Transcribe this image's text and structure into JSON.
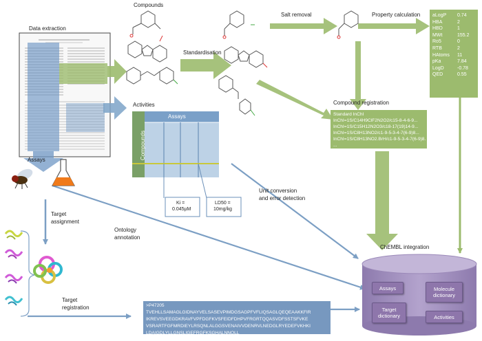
{
  "labels": {
    "data_extraction": "Data extraction",
    "compounds": "Compounds",
    "standardisation": "Standardisation",
    "salt_removal": "Salt removal",
    "property_calculation": "Property calculation",
    "activities": "Activities",
    "compound_registration": "Compound registration",
    "assays": "Assays",
    "unit_conversion_1": "Unit conversion",
    "unit_conversion_2": "and error detection",
    "target_assignment_1": "Target",
    "target_assignment_2": "assignment",
    "ontology_1": "Ontology",
    "ontology_2": "annotation",
    "target_registration_1": "Target",
    "target_registration_2": "registration",
    "chembl_integration": "ChEMBL integration"
  },
  "activity_table": {
    "header": "Assays",
    "side": "Compounds",
    "callout_ki_1": "Ki =",
    "callout_ki_2": "0.045µM",
    "callout_ld_1": "LD50 =",
    "callout_ld_2": "10mg/kg"
  },
  "properties": [
    {
      "name": "aLogP",
      "value": "0.74"
    },
    {
      "name": "HBA",
      "value": "2"
    },
    {
      "name": "HBD",
      "value": "1"
    },
    {
      "name": "MWt",
      "value": "155.2"
    },
    {
      "name": "Ro5",
      "value": "0"
    },
    {
      "name": "RTB",
      "value": "2"
    },
    {
      "name": "HAtoms",
      "value": "11"
    },
    {
      "name": "pKa",
      "value": "7.84"
    },
    {
      "name": "LogD",
      "value": "-0.78"
    },
    {
      "name": "QED",
      "value": "0.55"
    }
  ],
  "inchi": {
    "title": "Standard InChI",
    "lines": [
      "InChI=1S/C14H9ClF2N2O2/c15-8-4-6-9...",
      "InChI=1S/C15H12N2O3/c18-17(19)14-9...",
      "InChI=1S/C8H13NO2/c1-9-5-3-4-7(6-9)8...",
      "InChI=1S/C8H13NO2.BrH/c1-9-5-3-4-7(6-9)8...",
      "..."
    ]
  },
  "sequence": {
    "lines": [
      ">P47205",
      "TVEHLLSAMAGLGIDNAYVELSASEVPIMDGSAGPFVFLIQSAGLQEQEAAKKFIR",
      "IKREVSVEEGDKRAVFVPFDGFKVSFEIDFDHPVFRGRTQQASVDFSSTSFVKE",
      "VSRARTFGFMRDIEYLRSQNLALGGSVENAIVVDENRVLNEDGLRYEDEFVKHKI",
      "LDAIGDLYLLGNSLIGEFRGFKSGHALNNQLL"
    ]
  },
  "chembl_boxes": {
    "assays": "Assays",
    "target_dictionary_1": "Target",
    "target_dictionary_2": "dictionary",
    "molecule_dictionary_1": "Molecule",
    "molecule_dictionary_2": "dictionary",
    "activities": "Activities"
  },
  "colors": {
    "green": "#9cbb6e",
    "blue": "#7da3c8",
    "purple": "#9b88b8"
  }
}
